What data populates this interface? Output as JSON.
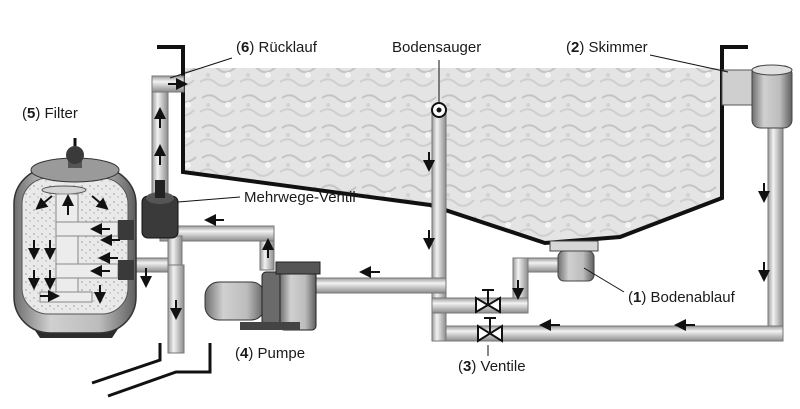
{
  "labels": {
    "filter": {
      "num": "5",
      "text": "Filter"
    },
    "ruecklauf": {
      "num": "6",
      "text": "Rücklauf"
    },
    "bodensauger": {
      "text": "Bodensauger"
    },
    "skimmer": {
      "num": "2",
      "text": "Skimmer"
    },
    "ventil": {
      "text": "Mehrwege-Ventil"
    },
    "pumpe": {
      "num": "4",
      "text": "Pumpe"
    },
    "ventile": {
      "num": "3",
      "text": "Ventile"
    },
    "bodenablauf": {
      "num": "1",
      "text": "Bodenablauf"
    }
  },
  "colors": {
    "water_light": "#e6e6e6",
    "water_dark": "#c9c9c9",
    "pipe": "#d9d9d9",
    "pipe_edge": "#7a7a7a",
    "wall": "#111111",
    "filter_body": "#bdbdbd",
    "arrow": "#111111"
  },
  "icons": [
    "arrow-icon",
    "valve-icon"
  ]
}
